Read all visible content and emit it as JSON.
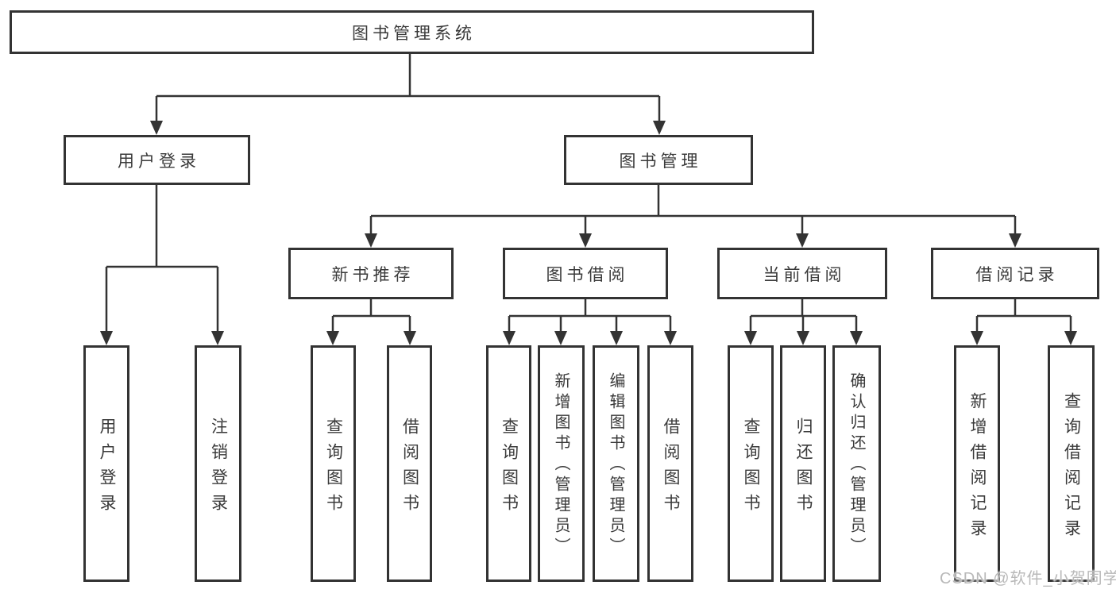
{
  "diagram": {
    "root": {
      "label": "图书管理系统"
    },
    "branches": [
      {
        "label": "用户登录",
        "children": [
          {
            "label": "用户登录"
          },
          {
            "label": "注销登录"
          }
        ]
      },
      {
        "label": "图书管理",
        "children": [
          {
            "label": "新书推荐",
            "children": [
              {
                "label": "查询图书"
              },
              {
                "label": "借阅图书"
              }
            ]
          },
          {
            "label": "图书借阅",
            "children": [
              {
                "label": "查询图书"
              },
              {
                "label": "新增图书（管理员）"
              },
              {
                "label": "编辑图书（管理员）"
              },
              {
                "label": "借阅图书"
              }
            ]
          },
          {
            "label": "当前借阅",
            "children": [
              {
                "label": "查询图书"
              },
              {
                "label": "归还图书"
              },
              {
                "label": "确认归还（管理员）"
              }
            ]
          },
          {
            "label": "借阅记录",
            "children": [
              {
                "label": "新增借阅记录"
              },
              {
                "label": "查询借阅记录"
              }
            ]
          }
        ]
      }
    ]
  },
  "watermark": {
    "text": "CSDN @软件_小贺同学"
  },
  "colors": {
    "line": "#333333",
    "box_border": "#333333",
    "text": "#3a3a3a",
    "watermark": "#b9b9b9",
    "background": "#ffffff"
  }
}
